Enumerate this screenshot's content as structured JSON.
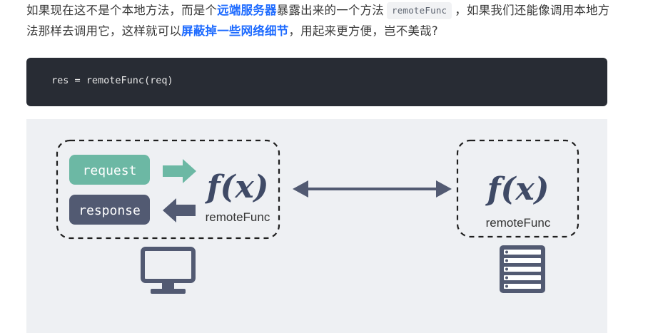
{
  "paragraph": {
    "seg1": "如果现在这不是个本地方法，而是个",
    "highlight1": "远端服务器",
    "seg2": "暴露出来的一个方法",
    "inline_code": "remoteFunc",
    "seg3": "，如果我们还能像调用本地方法那样去调用它，这样就可以",
    "highlight2": "屏蔽掉一些网络细节",
    "seg4": "，用起来更方便，岂不美哉?"
  },
  "code_block": {
    "line": "res = remoteFunc(req)"
  },
  "diagram": {
    "request_label": "request",
    "response_label": "response",
    "fx_symbol": "f(x)",
    "local_func_label": "remoteFunc",
    "remote_func_label": "remoteFunc",
    "icons": {
      "client": "monitor-icon",
      "server": "server-rack-icon"
    },
    "colors": {
      "request": "#6cb8a4",
      "response": "#525a72",
      "arrow_request": "#6cb8a4",
      "arrow_response": "#525a72",
      "connector": "#525a72",
      "fx": "#3f4a66",
      "background": "#eef0f3"
    }
  }
}
